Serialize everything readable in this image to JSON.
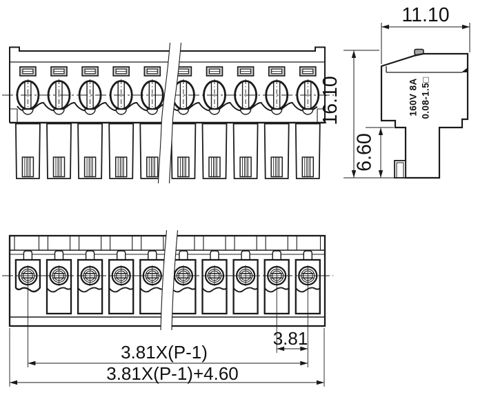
{
  "drawing": {
    "type": "terminal-block-technical-drawing",
    "poles_shown": 10,
    "dimensions": {
      "side_width": "11.10",
      "total_height": "16.10",
      "plug_height": "6.60",
      "pitch": "3.81",
      "span": "3.81X(P-1)",
      "overall_length": "3.81X(P-1)+4.60"
    },
    "markings": {
      "rating": "160V 8A",
      "wire_range": "0.08-1.5□"
    },
    "colors": {
      "line": "#1a1a1a",
      "background": "#ffffff",
      "shade": "#c6c6c6"
    }
  }
}
